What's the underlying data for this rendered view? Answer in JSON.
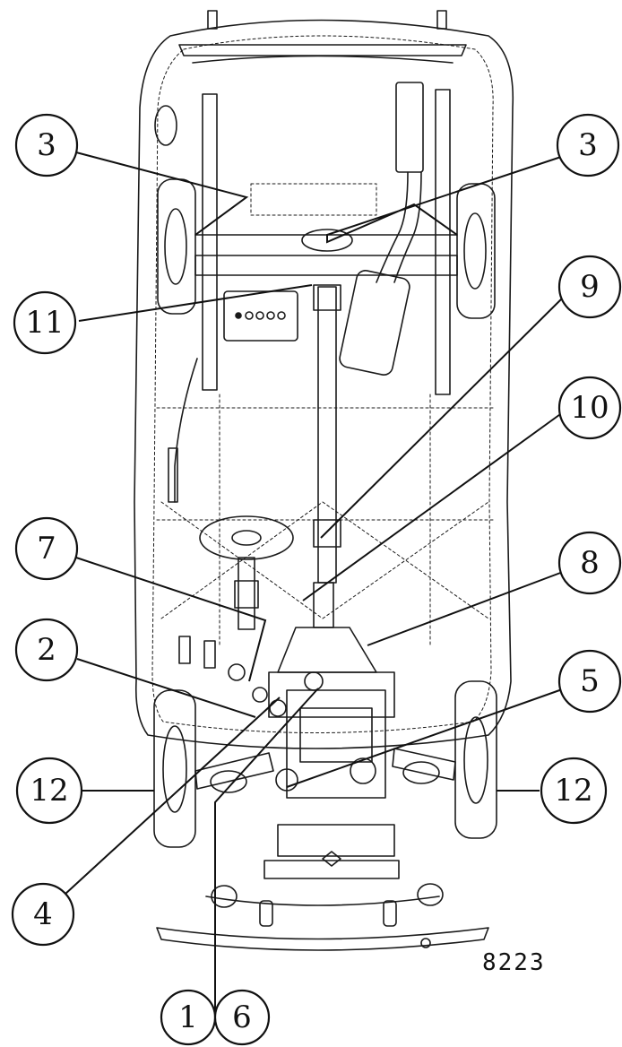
{
  "figure_number": "8223",
  "callouts": {
    "c3_left": "3",
    "c3_right": "3",
    "c11": "11",
    "c9": "9",
    "c10": "10",
    "c7": "7",
    "c8": "8",
    "c2": "2",
    "c5": "5",
    "c12_left": "12",
    "c12_right": "12",
    "c4": "4",
    "c1": "1",
    "c6": "6"
  }
}
